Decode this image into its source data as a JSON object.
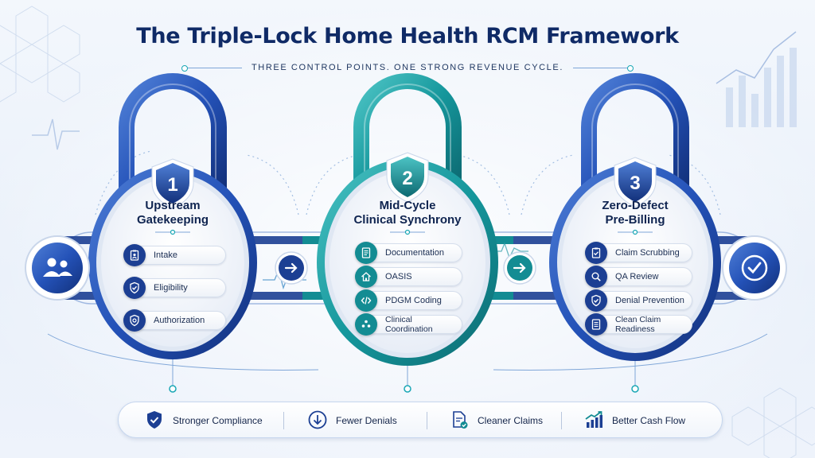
{
  "title": "The Triple-Lock Home Health RCM Framework",
  "subtitle": "THREE CONTROL POINTS. ONE STRONG REVENUE CYCLE.",
  "colors": {
    "navy": "#1c3f93",
    "teal": "#138c93",
    "title": "#0f2a66"
  },
  "start_icon": "users-icon",
  "end_icon": "checkmark-circle-icon",
  "locks": [
    {
      "number": "1",
      "title_line1": "Upstream",
      "title_line2": "Gatekeeping",
      "theme": "navy",
      "items": [
        {
          "label": "Intake",
          "icon": "clipboard-user-icon"
        },
        {
          "label": "Eligibility",
          "icon": "shield-check-icon"
        },
        {
          "label": "Authorization",
          "icon": "shield-icon"
        }
      ]
    },
    {
      "number": "2",
      "title_line1": "Mid-Cycle",
      "title_line2": "Clinical Synchrony",
      "theme": "teal",
      "items": [
        {
          "label": "Documentation",
          "icon": "document-icon"
        },
        {
          "label": "OASIS",
          "icon": "home-icon"
        },
        {
          "label": "PDGM Coding",
          "icon": "code-icon"
        },
        {
          "label": "Clinical Coordination",
          "icon": "team-icon"
        }
      ]
    },
    {
      "number": "3",
      "title_line1": "Zero-Defect",
      "title_line2": "Pre-Billing",
      "theme": "navy",
      "items": [
        {
          "label": "Claim Scrubbing",
          "icon": "clipboard-check-icon"
        },
        {
          "label": "QA Review",
          "icon": "magnifier-icon"
        },
        {
          "label": "Denial Prevention",
          "icon": "shield-check-icon"
        },
        {
          "label": "Clean Claim Readiness",
          "icon": "document-list-icon"
        }
      ]
    }
  ],
  "benefits": [
    {
      "label": "Stronger Compliance",
      "icon": "shield-check-icon"
    },
    {
      "label": "Fewer Denials",
      "icon": "down-arrow-circle-icon"
    },
    {
      "label": "Cleaner Claims",
      "icon": "document-check-icon"
    },
    {
      "label": "Better Cash Flow",
      "icon": "bar-chart-up-icon"
    }
  ]
}
